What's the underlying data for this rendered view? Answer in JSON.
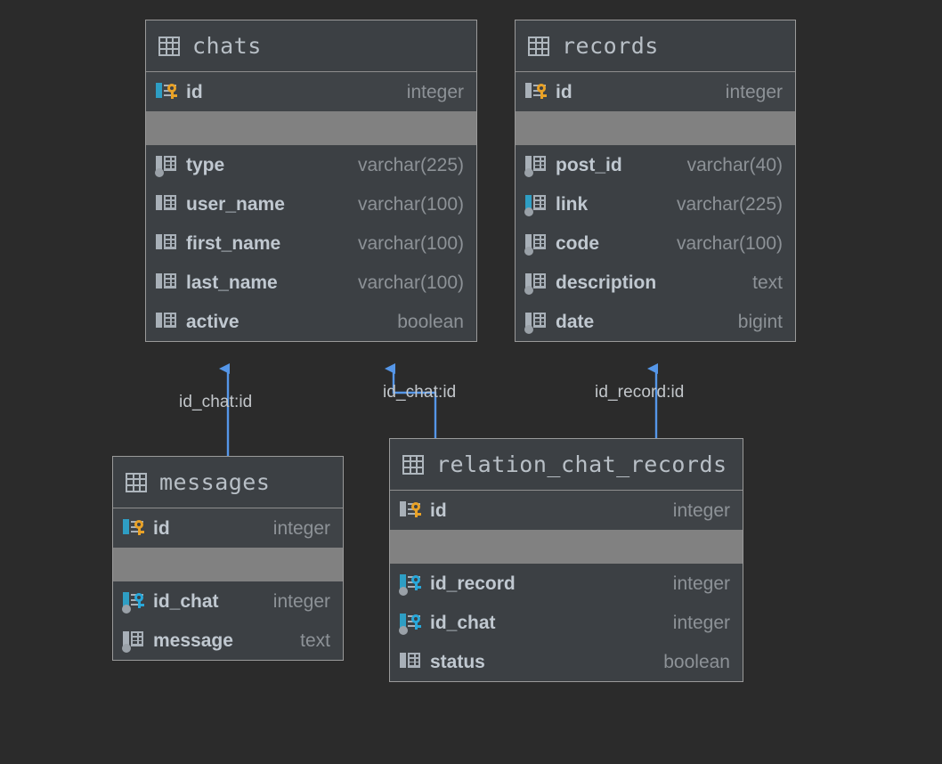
{
  "diagram": {
    "type": "entity-relationship-diagram",
    "background": "#2b2b2b",
    "accent_connector": "#5596e8",
    "pk_key_color": "#e9a227",
    "fk_key_color": "#29a8da",
    "highlight_column_color": "#2e9ec4"
  },
  "tables": [
    {
      "name": "chats",
      "columns": [
        {
          "name": "id",
          "type": "integer",
          "icon": "pk-column-icon",
          "key": "primary"
        },
        {
          "name": "type",
          "type": "varchar(225)",
          "icon": "column-icon",
          "nullable": true
        },
        {
          "name": "user_name",
          "type": "varchar(100)",
          "icon": "column-icon"
        },
        {
          "name": "first_name",
          "type": "varchar(100)",
          "icon": "column-icon"
        },
        {
          "name": "last_name",
          "type": "varchar(100)",
          "icon": "column-icon"
        },
        {
          "name": "active",
          "type": "boolean",
          "icon": "column-icon"
        }
      ]
    },
    {
      "name": "records",
      "columns": [
        {
          "name": "id",
          "type": "integer",
          "icon": "pk-column-icon",
          "key": "primary"
        },
        {
          "name": "post_id",
          "type": "varchar(40)",
          "icon": "column-icon",
          "nullable": true
        },
        {
          "name": "link",
          "type": "varchar(225)",
          "icon": "column-icon",
          "nullable": true,
          "highlighted": true
        },
        {
          "name": "code",
          "type": "varchar(100)",
          "icon": "column-icon",
          "nullable": true
        },
        {
          "name": "description",
          "type": "text",
          "icon": "column-icon",
          "nullable": true
        },
        {
          "name": "date",
          "type": "bigint",
          "icon": "column-icon",
          "nullable": true
        }
      ]
    },
    {
      "name": "messages",
      "columns": [
        {
          "name": "id",
          "type": "integer",
          "icon": "pk-column-icon",
          "key": "primary"
        },
        {
          "name": "id_chat",
          "type": "integer",
          "icon": "fk-column-icon",
          "key": "foreign",
          "nullable": true
        },
        {
          "name": "message",
          "type": "text",
          "icon": "column-icon",
          "nullable": true
        }
      ]
    },
    {
      "name": "relation_chat_records",
      "columns": [
        {
          "name": "id",
          "type": "integer",
          "icon": "pk-column-icon",
          "key": "primary"
        },
        {
          "name": "id_record",
          "type": "integer",
          "icon": "fk-column-icon",
          "key": "foreign",
          "nullable": true
        },
        {
          "name": "id_chat",
          "type": "integer",
          "icon": "fk-column-icon",
          "key": "foreign",
          "nullable": true
        },
        {
          "name": "status",
          "type": "boolean",
          "icon": "column-icon"
        }
      ]
    }
  ],
  "relationships": [
    {
      "label": "id_chat:id",
      "from": "messages",
      "to": "chats"
    },
    {
      "label": "id_chat:id",
      "from": "relation_chat_records",
      "to": "chats"
    },
    {
      "label": "id_record:id",
      "from": "relation_chat_records",
      "to": "records"
    }
  ]
}
